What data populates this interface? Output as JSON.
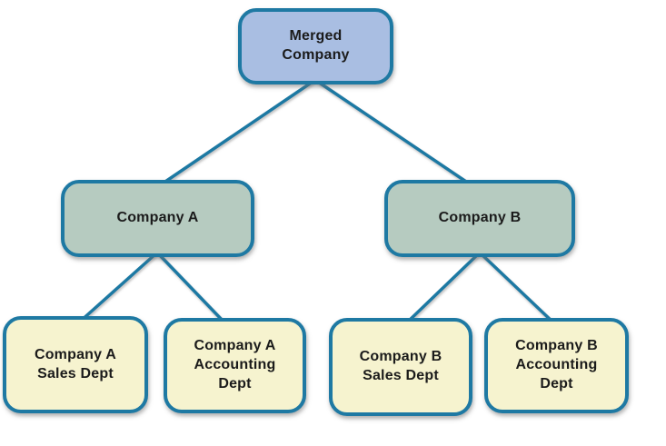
{
  "diagram": {
    "type": "org-chart",
    "background_color": "#ffffff",
    "line_color": "#1e79a3",
    "border_color": "#1e79a3",
    "text_color": "#1b1b1b",
    "nodes": {
      "merged": {
        "label": "Merged\nCompany",
        "fill": "#a9bee2"
      },
      "company_a": {
        "label": "Company A",
        "fill": "#b6cbc0"
      },
      "company_b": {
        "label": "Company B",
        "fill": "#b6cbc0"
      },
      "a_sales": {
        "label": "Company A\nSales Dept",
        "fill": "#f6f3cf"
      },
      "a_accounting": {
        "label": "Company A\nAccounting\nDept",
        "fill": "#f6f3cf"
      },
      "b_sales": {
        "label": "Company B\nSales Dept",
        "fill": "#f6f3cf"
      },
      "b_accounting": {
        "label": "Company B\nAccounting\nDept",
        "fill": "#f6f3cf"
      }
    },
    "edges": [
      {
        "from": "merged",
        "to": "company_a"
      },
      {
        "from": "merged",
        "to": "company_b"
      },
      {
        "from": "company_a",
        "to": "a_sales"
      },
      {
        "from": "company_a",
        "to": "a_accounting"
      },
      {
        "from": "company_b",
        "to": "b_sales"
      },
      {
        "from": "company_b",
        "to": "b_accounting"
      }
    ]
  }
}
